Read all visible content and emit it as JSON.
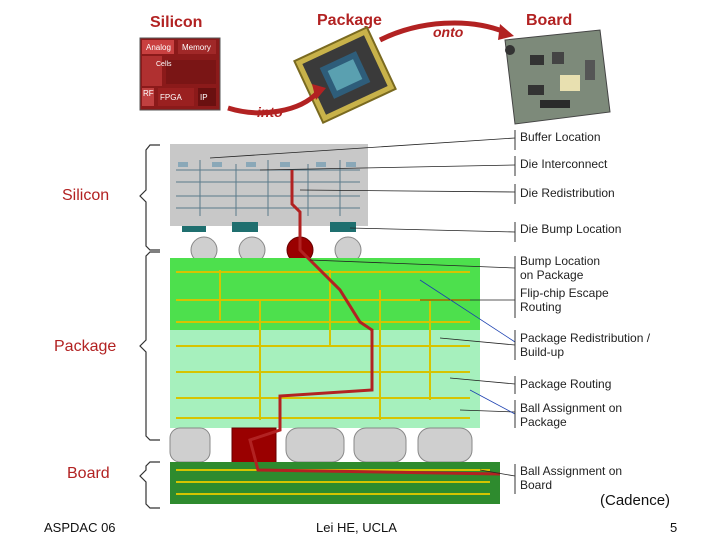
{
  "header": {
    "silicon": "Silicon",
    "package": "Package",
    "board": "Board",
    "into": "into",
    "onto": "onto",
    "chip_blocks": [
      "Analog",
      "Memory",
      "Cells",
      "RF",
      "FPGA",
      "IP"
    ]
  },
  "side_labels": {
    "silicon": "Silicon",
    "package": "Package",
    "board": "Board"
  },
  "annotations": [
    "Buffer Location",
    "Die Interconnect",
    "Die Redistribution",
    "Die Bump Location",
    "Bump Location\non Package",
    "Flip-chip Escape\nRouting",
    "Package Redistribution /\nBuild-up",
    "Package Routing",
    "Ball Assignment on\nPackage",
    "Ball Assignment on\nBoard"
  ],
  "credit": "(Cadence)",
  "footer": {
    "left": "ASPDAC 06",
    "center": "Lei HE, UCLA",
    "page": "5"
  },
  "colors": {
    "accent_red": "#b22222",
    "silicon_gray": "#c8c8c8",
    "package_green": "#4de04d",
    "package_light": "#a6f0bd",
    "board_green": "#2e8b2e",
    "trace_yellow": "#d6c400"
  }
}
